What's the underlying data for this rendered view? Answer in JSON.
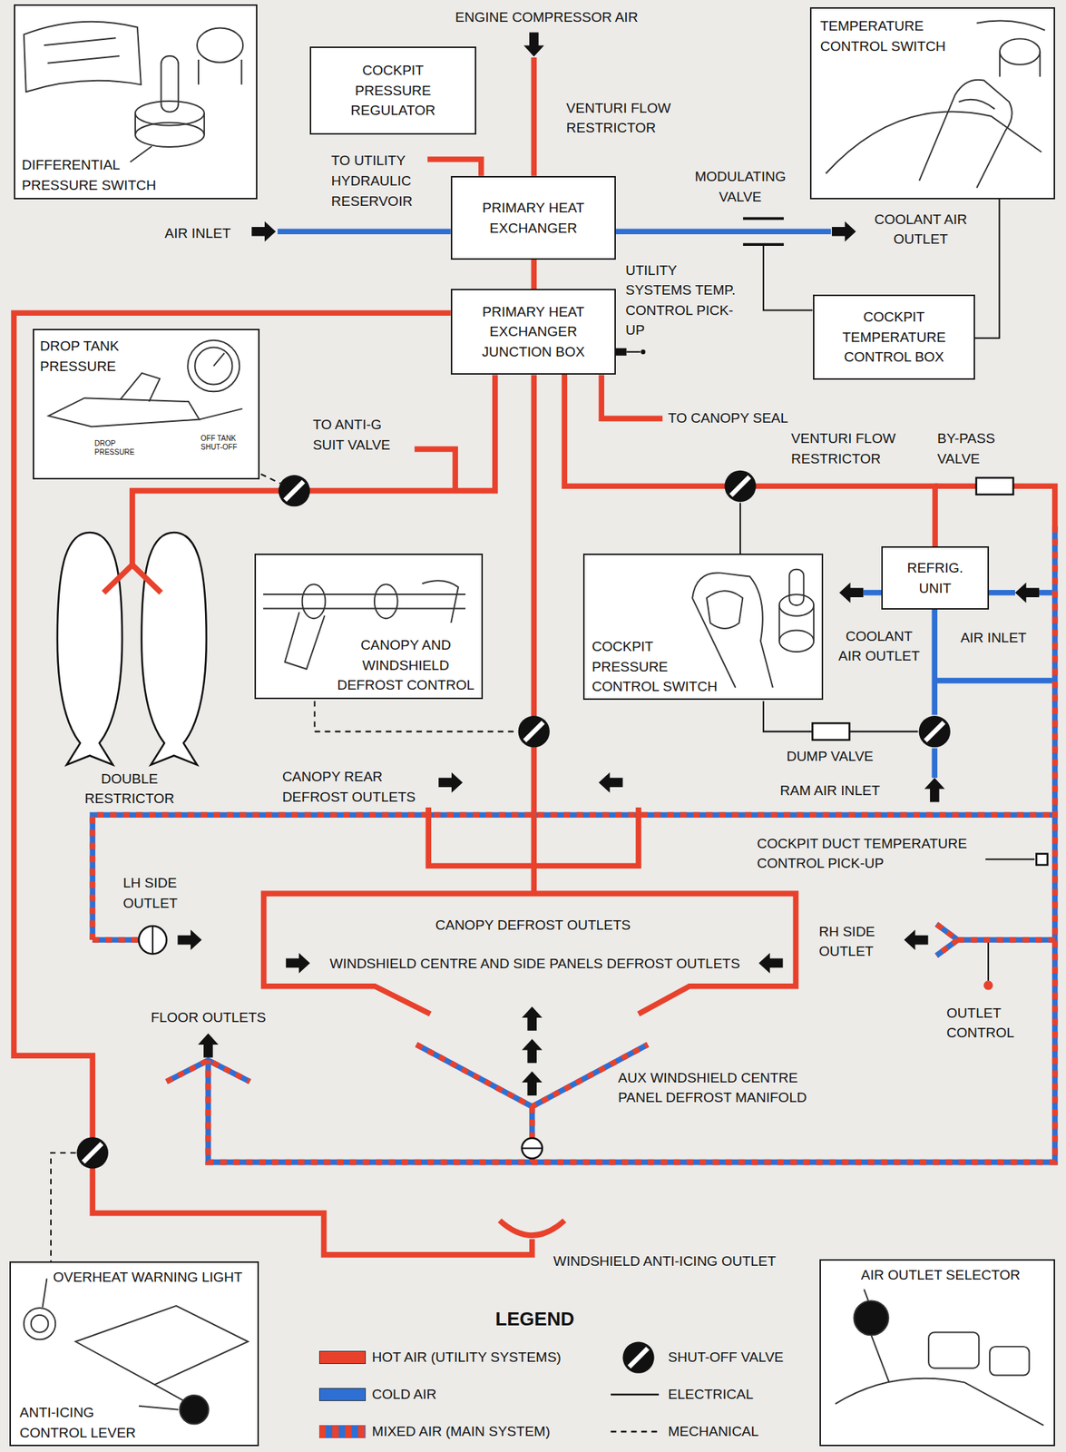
{
  "diagram": {
    "nodes": [
      {
        "text": [
          "DIFFERENTIAL PRESSURE SWITCH"
        ]
      },
      {
        "text": [
          "COCKPIT PRESSURE REGULATOR"
        ]
      },
      {
        "text": [
          "TEMPERATURE CONTROL SWITCH"
        ]
      },
      {
        "text": [
          "PRIMARY HEAT EXCHANGER"
        ]
      },
      {
        "text": [
          "PRIMARY HEAT EXCHANGER JUNCTION BOX"
        ]
      },
      {
        "text": [
          "COCKPIT TEMPERATURE CONTROL BOX"
        ]
      },
      {
        "text": [
          "DROP TANK PRESSURE",
          "DROP PRESSURE",
          "OFF TANK SHUT-OFF"
        ]
      },
      {
        "text": [
          "REFRIG. UNIT"
        ]
      },
      {
        "text": [
          "CANOPY AND WINDSHIELD DEFROST CONTROL"
        ]
      },
      {
        "text": [
          "COCKPIT PRESSURE CONTROL SWITCH"
        ]
      },
      {
        "text": [
          "OVERHEAT WARNING LIGHT",
          "ANTI-ICING CONTROL LEVER"
        ]
      },
      {
        "text": [
          "AIR OUTLET SELECTOR"
        ]
      }
    ],
    "edges": [
      {
        "from": 3,
        "to": 4,
        "arrow": "none"
      },
      {
        "from": 4,
        "to": 7,
        "arrow": "none"
      },
      {
        "from": 2,
        "to": 5,
        "arrow": "none"
      }
    ],
    "labels": [
      "ENGINE COMPRESSOR AIR",
      "VENTURI FLOW RESTRICTOR",
      "TO UTILITY HYDRAULIC RESERVOIR",
      "MODULATING VALVE",
      "AIR INLET",
      "COOLANT AIR OUTLET",
      "UTILITY SYSTEMS TEMP. CONTROL PICK-UP",
      "TO CANOPY SEAL",
      "TO ANTI-G SUIT VALVE",
      "VENTURI FLOW RESTRICTOR",
      "BY-PASS VALVE",
      "COOLANT AIR OUTLET",
      "AIR INLET",
      "DUMP VALVE",
      "DOUBLE RESTRICTOR",
      "CANOPY REAR DEFROST OUTLETS",
      "RAM AIR INLET",
      "COCKPIT DUCT TEMPERATURE CONTROL PICK-UP",
      "LH SIDE OUTLET",
      "CANOPY DEFROST OUTLETS",
      "RH SIDE OUTLET",
      "WINDSHIELD CENTRE AND SIDE PANELS DEFROST OUTLETS",
      "OUTLET CONTROL",
      "FLOOR OUTLETS",
      "AUX WINDSHIELD CENTRE PANEL DEFROST MANIFOLD",
      "WINDSHIELD ANTI-ICING OUTLET",
      "LEGEND"
    ],
    "legend": [
      {
        "text": "HOT AIR (UTILITY SYSTEMS)",
        "color": "#e8412c"
      },
      {
        "text": "COLD AIR",
        "color": "#2e6fd4"
      },
      {
        "text": "MIXED AIR (MAIN SYSTEM)"
      },
      {
        "text": "SHUT-OFF VALVE"
      },
      {
        "text": "ELECTRICAL"
      },
      {
        "text": "MECHANICAL"
      }
    ]
  }
}
